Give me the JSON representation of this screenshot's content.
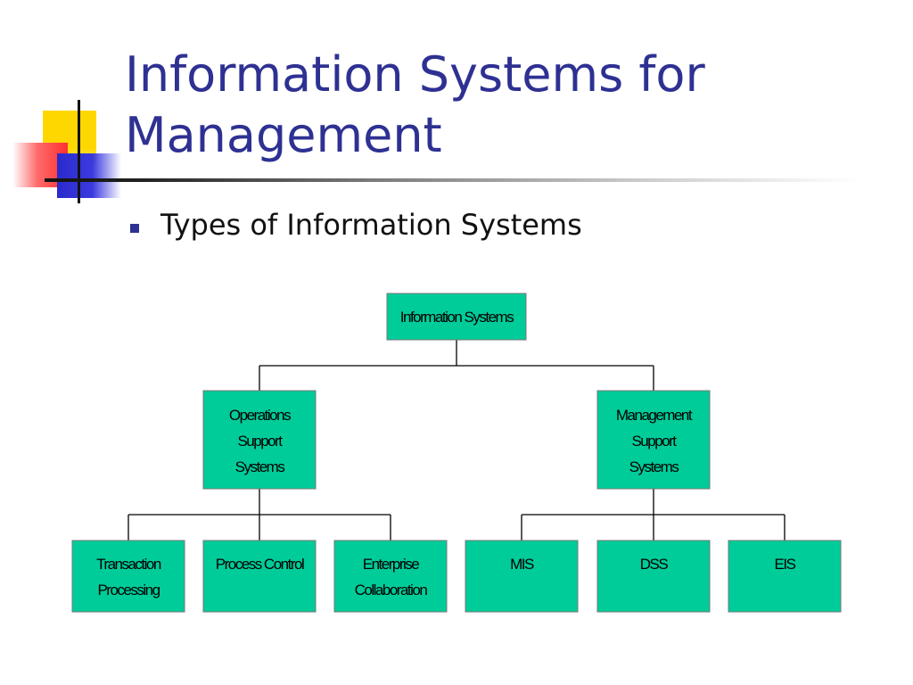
{
  "title_line1": "Information Systems for",
  "title_line2": "Management",
  "bullet": "Types of Information Systems",
  "colors": {
    "title": "#2e3192",
    "node_fill": "#00cc99",
    "node_stroke": "#000000"
  },
  "nodes": {
    "root": [
      "Information Systems"
    ],
    "oss": [
      "Operations",
      "Support",
      "Systems"
    ],
    "mss": [
      "Management",
      "Support",
      "Systems"
    ],
    "tps": [
      "Transaction",
      "Processing"
    ],
    "pcs": [
      "Process Control"
    ],
    "ecs": [
      "Enterprise",
      "Collaboration"
    ],
    "mis": [
      "MIS"
    ],
    "dss": [
      "DSS"
    ],
    "eis": [
      "EIS"
    ]
  }
}
